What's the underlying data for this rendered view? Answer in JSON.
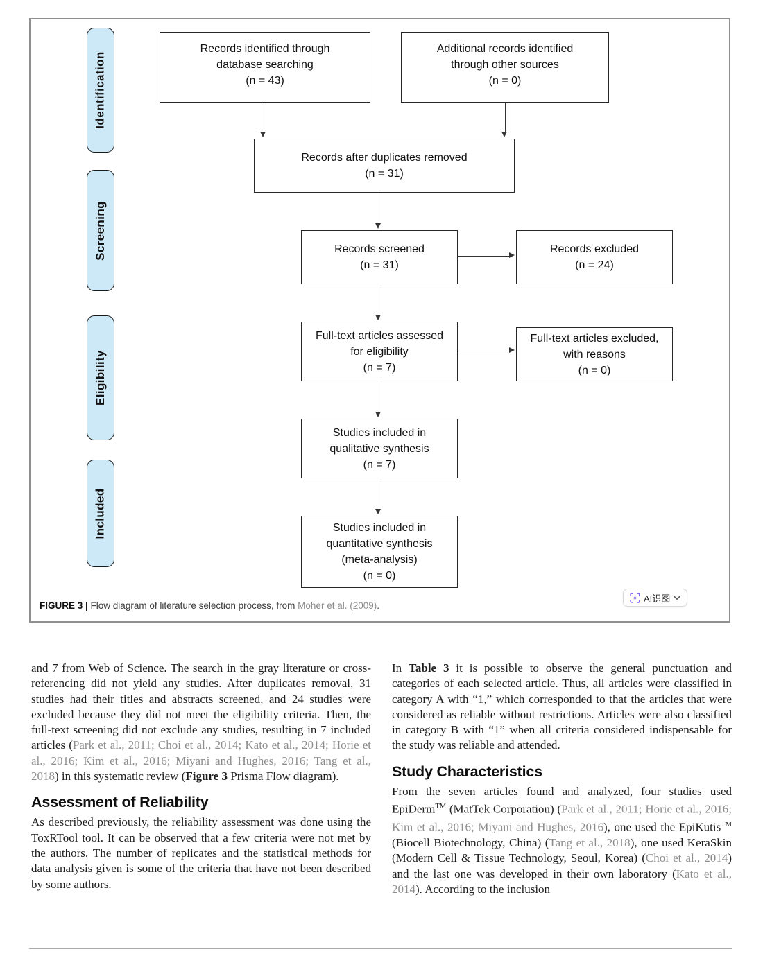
{
  "colors": {
    "stage_fill": "#cde9f7",
    "frame_border": "#8f8f8f",
    "box_border": "#262626",
    "citation_gray": "#8c8c8c",
    "ai_purple": "#7b5bf5"
  },
  "figure": {
    "stages": [
      "Identification",
      "Screening",
      "Eligibility",
      "Included"
    ],
    "boxes": [
      {
        "lines": [
          "Records identified through",
          "database searching",
          "(n = 43)"
        ]
      },
      {
        "lines": [
          "Additional records identified",
          "through other sources",
          "(n = 0)"
        ]
      },
      {
        "lines": [
          "Records after duplicates removed",
          "(n = 31)"
        ]
      },
      {
        "lines": [
          "Records screened",
          "(n = 31)"
        ]
      },
      {
        "lines": [
          "Records excluded",
          "(n = 24)"
        ]
      },
      {
        "lines": [
          "Full-text articles assessed",
          "for eligibility",
          "(n = 7)"
        ]
      },
      {
        "lines": [
          "Full-text articles excluded,",
          "with reasons",
          "(n = 0)"
        ]
      },
      {
        "lines": [
          "Studies included in",
          "qualitative synthesis",
          "(n = 7)"
        ]
      },
      {
        "lines": [
          "Studies included in",
          "quantitative synthesis",
          "(meta-analysis)",
          "(n = 0)"
        ]
      }
    ],
    "caption_segments": [
      {
        "t": "FIGURE 3 | ",
        "s": "b"
      },
      {
        "t": "Flow diagram of literature selection process, from ",
        "s": ""
      },
      {
        "t": "Moher et al. (2009)",
        "s": "cite"
      },
      {
        "t": ".",
        "s": ""
      }
    ]
  },
  "ai_button": {
    "label": "AI识图",
    "icon": "ai-scan-sparkle-icon"
  },
  "article": {
    "left": {
      "blocks": [
        {
          "type": "p",
          "segments": [
            {
              "t": "and 7 from Web of Science. The search in the gray literature or cross-referencing did not yield any studies. After duplicates removal, 31 studies had their titles and abstracts screened, and 24 studies were excluded because they did not meet the eligibility criteria. Then, the full-text screening did not exclude any studies, resulting in 7 included articles (",
              "s": ""
            },
            {
              "t": "Park et al., 2011; Choi et al., 2014; Kato et al., 2014; Horie et al., 2016; Kim et al., 2016; Miyani and Hughes, 2016; Tang et al., 2018",
              "s": "cite"
            },
            {
              "t": ") in this systematic review (",
              "s": ""
            },
            {
              "t": "Figure 3",
              "s": "b"
            },
            {
              "t": " Prisma Flow diagram).",
              "s": ""
            }
          ]
        },
        {
          "type": "h",
          "text": "Assessment of Reliability"
        },
        {
          "type": "p",
          "segments": [
            {
              "t": "As described previously, the reliability assessment was done using the ToxRTool tool. It can be observed that a few criteria were not met by the authors. The number of replicates and the statistical methods for data analysis given is some of the criteria that have not been described by some authors.",
              "s": ""
            }
          ]
        }
      ]
    },
    "right": {
      "blocks": [
        {
          "type": "p",
          "segments": [
            {
              "t": "In ",
              "s": ""
            },
            {
              "t": "Table 3",
              "s": "b"
            },
            {
              "t": " it is possible to observe the general punctuation and categories of each selected article. Thus, all articles were classified in category A with “1,” which corresponded to that the articles that were considered as reliable without restrictions. Articles were also classified in category B with “1” when all criteria considered indispensable for the study was reliable and attended.",
              "s": ""
            }
          ]
        },
        {
          "type": "h",
          "text": "Study Characteristics"
        },
        {
          "type": "p",
          "segments": [
            {
              "t": "From the seven articles found and analyzed, four studies used EpiDerm",
              "s": ""
            },
            {
              "t": "TM",
              "s": "sup"
            },
            {
              "t": " (MatTek Corporation) (",
              "s": ""
            },
            {
              "t": "Park et al., 2011; Horie et al., 2016; Kim et al., 2016; Miyani and Hughes, 2016",
              "s": "cite"
            },
            {
              "t": "), one used the EpiKutis",
              "s": ""
            },
            {
              "t": "TM",
              "s": "sup"
            },
            {
              "t": " (Biocell Biotechnology, China) (",
              "s": ""
            },
            {
              "t": "Tang et al., 2018",
              "s": "cite"
            },
            {
              "t": "), one used KeraSkin (Modern Cell & Tissue Technology, Seoul, Korea) (",
              "s": ""
            },
            {
              "t": "Choi et al., 2014",
              "s": "cite"
            },
            {
              "t": ") and the last one was developed in their own laboratory (",
              "s": ""
            },
            {
              "t": "Kato et al., 2014",
              "s": "cite"
            },
            {
              "t": "). According to the inclusion",
              "s": ""
            }
          ]
        }
      ]
    }
  }
}
